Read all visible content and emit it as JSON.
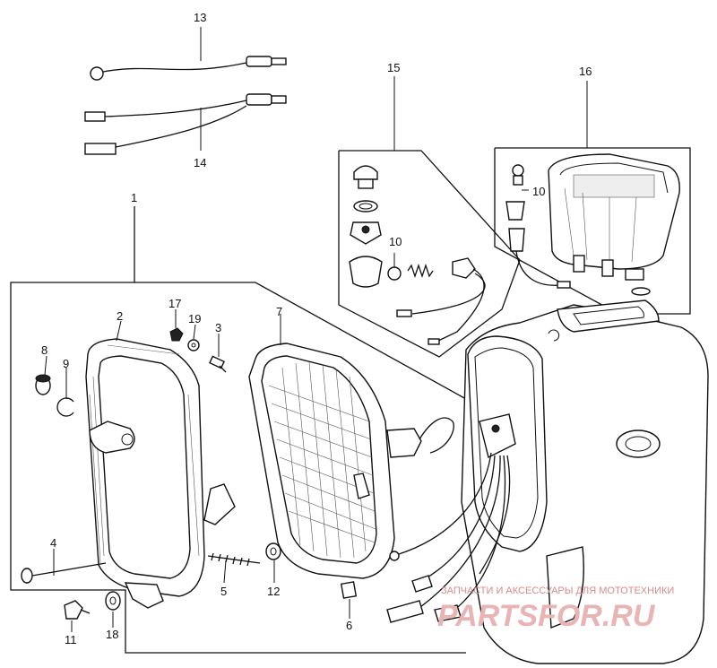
{
  "diagram": {
    "callouts": [
      {
        "num": "1"
      },
      {
        "num": "2"
      },
      {
        "num": "3"
      },
      {
        "num": "4"
      },
      {
        "num": "5"
      },
      {
        "num": "6"
      },
      {
        "num": "7"
      },
      {
        "num": "8"
      },
      {
        "num": "9"
      },
      {
        "num": "10"
      },
      {
        "num": "10"
      },
      {
        "num": "11"
      },
      {
        "num": "12"
      },
      {
        "num": "13"
      },
      {
        "num": "14"
      },
      {
        "num": "15"
      },
      {
        "num": "16"
      },
      {
        "num": "17"
      },
      {
        "num": "18"
      },
      {
        "num": "19"
      }
    ]
  },
  "watermark": {
    "subtitle": "ЗАПЧАСТИ И АКСЕССУАРЫ ДЛЯ МОТОТЕХНИКИ",
    "logo_text": "PARTSFOR.RU"
  }
}
